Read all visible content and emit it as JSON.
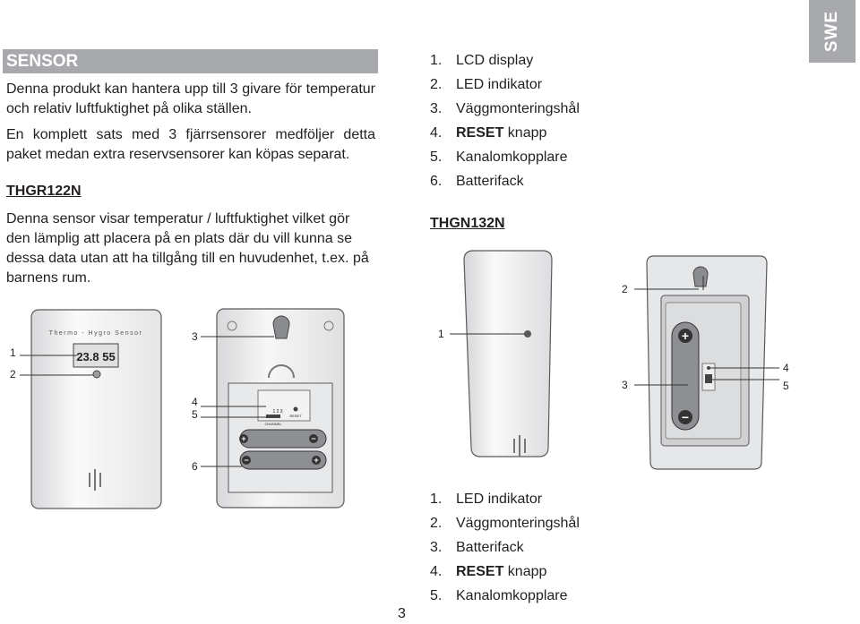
{
  "tab": "SWE",
  "section_title": "SENSOR",
  "intro_1": "Denna produkt kan hantera upp till 3 givare för temperatur och relativ luftfuktighet på olika ställen.",
  "intro_2": "En komplett sats med 3 fjärrsensorer medföljer detta paket medan extra reservsensorer kan köpas separat.",
  "thgr": {
    "title": "THGR122N",
    "desc": "Denna sensor visar temperatur / luftfuktighet vilket gör den lämplig att placera på en plats där du vill kunna se dessa data utan att ha tillgång till en huvudenhet, t.ex. på barnens rum.",
    "legend": [
      {
        "n": "1.",
        "text": "LCD display"
      },
      {
        "n": "2.",
        "text": "LED indikator"
      },
      {
        "n": "3.",
        "text": "Väggmonteringshål"
      },
      {
        "n": "4.",
        "bold": "RESET",
        "text": " knapp"
      },
      {
        "n": "5.",
        "text": "Kanalomkopplare"
      },
      {
        "n": "6.",
        "text": "Batterifack"
      }
    ],
    "device_label": "Thermo - Hygro Sensor",
    "lcd_text": "23.8 55",
    "channel_numbers": "1  2  3",
    "channel_label": "CHANNEL",
    "reset_label": "RESET",
    "callouts": [
      "1",
      "2",
      "3",
      "4",
      "5",
      "6"
    ]
  },
  "thgn": {
    "title": "THGN132N",
    "legend": [
      {
        "n": "1.",
        "text": "LED indikator"
      },
      {
        "n": "2.",
        "text": "Väggmonteringshål"
      },
      {
        "n": "3.",
        "text": "Batterifack"
      },
      {
        "n": "4.",
        "bold": "RESET",
        "text": " knapp"
      },
      {
        "n": "5.",
        "text": "Kanalomkopplare"
      }
    ],
    "callouts": [
      "1",
      "2",
      "3",
      "4",
      "5"
    ]
  },
  "page_number": "3"
}
